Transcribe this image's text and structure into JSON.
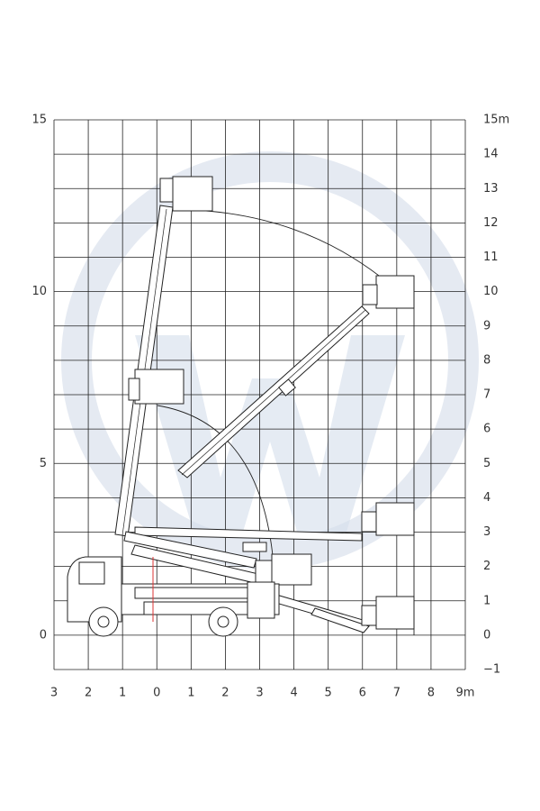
{
  "diagram": {
    "left_axis_ticks": [
      "15",
      "10",
      "5",
      "0"
    ],
    "right_axis_ticks": [
      "15m",
      "14",
      "13",
      "12",
      "11",
      "10",
      "9",
      "8",
      "7",
      "6",
      "5",
      "4",
      "3",
      "2",
      "1",
      "0",
      "−1"
    ],
    "bottom_axis_ticks": [
      "3",
      "2",
      "1",
      "0",
      "1",
      "2",
      "3",
      "4",
      "5",
      "6",
      "7",
      "8",
      "9m"
    ],
    "watermark_logo": "W",
    "colors": {
      "grid": "#222222",
      "watermark": "#cfd9e8",
      "line": "#222222"
    }
  }
}
